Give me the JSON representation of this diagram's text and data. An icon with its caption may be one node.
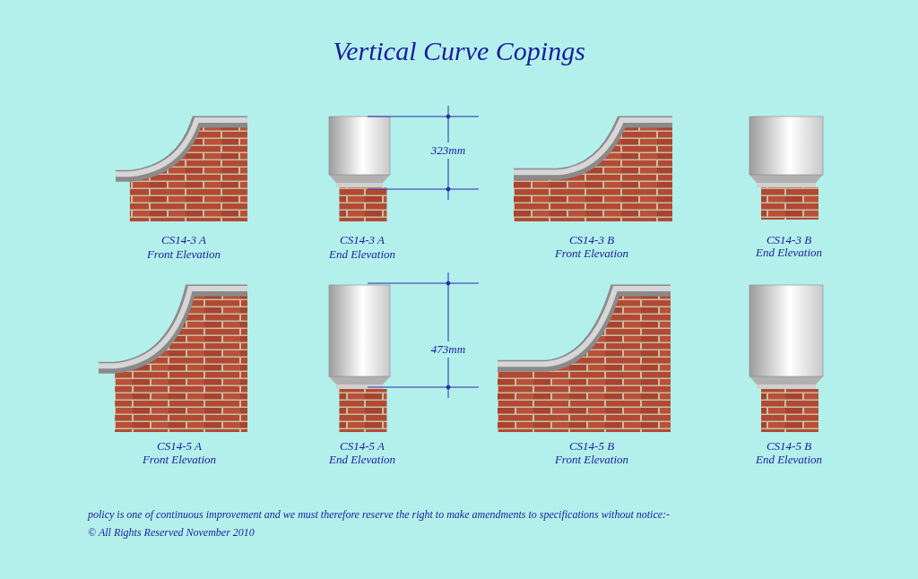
{
  "diagram": {
    "title": "Vertical Curve Copings",
    "labels": [
      "323mm",
      "CS14-3 A",
      "Front Elevation",
      "CS14-3 A",
      "End Elevation",
      "CS14-3 B",
      "Front Elevation",
      "CS14-3 B",
      "End Elevation",
      "473mm",
      "CS14-5 A",
      "Front Elevation",
      "CS14-5 A",
      "End Elevation",
      "CS14-5 B",
      "Front Elevation",
      "CS14-5 B",
      "End Elevation",
      "policy is one of continuous improvement and we must therefore reserve the right to make amendments to specifications without notice:-",
      "© All Rights Reserved November 2010"
    ]
  }
}
